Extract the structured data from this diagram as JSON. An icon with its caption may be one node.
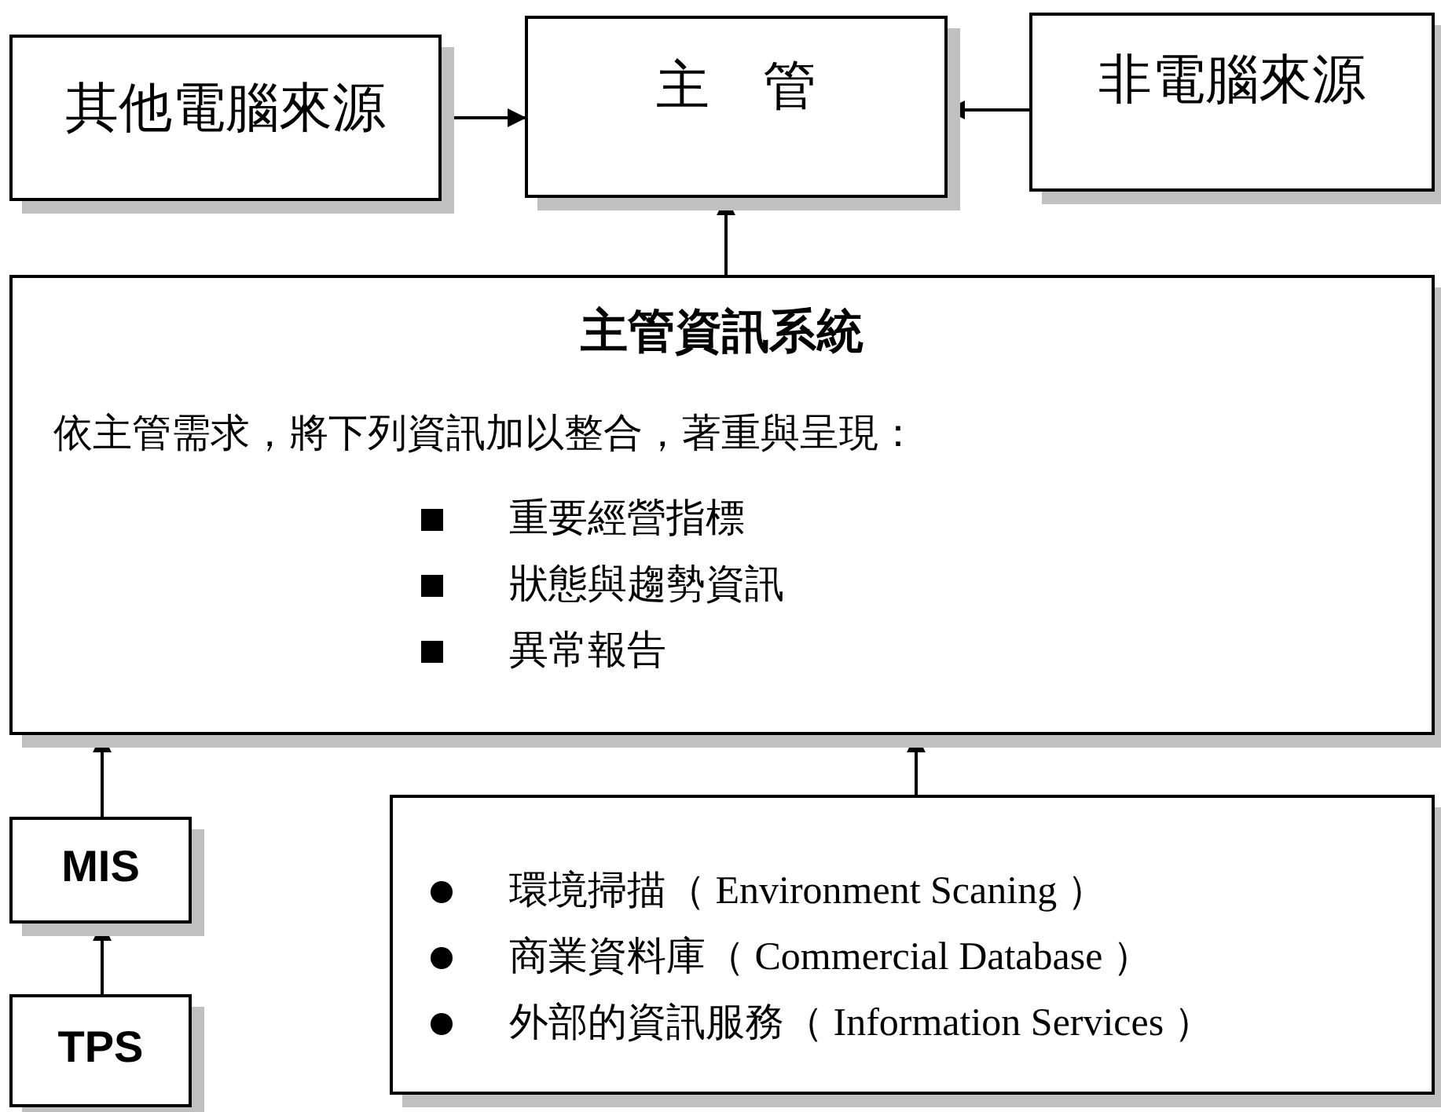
{
  "diagram": {
    "nodes": [
      {
        "text": [
          "其他電腦來源"
        ]
      },
      {
        "text": [
          "主　管"
        ]
      },
      {
        "text": [
          "非電腦來源"
        ]
      },
      {
        "text": [
          "主管資訊系統",
          "依主管需求，將下列資訊加以整合，著重與呈現：",
          "重要經營指標",
          "狀態與趨勢資訊",
          "異常報告"
        ]
      },
      {
        "text": [
          "MIS"
        ]
      },
      {
        "text": [
          "TPS"
        ]
      },
      {
        "text": [
          "環境掃描（ Environment Scaning ）",
          "商業資料庫（ Commercial Database ）",
          "外部的資訊服務（ Information Services ）"
        ]
      }
    ],
    "edges": [
      {
        "from": 0,
        "to": 1,
        "arrow": "to"
      },
      {
        "from": 2,
        "to": 1,
        "arrow": "to"
      },
      {
        "from": 3,
        "to": 1,
        "arrow": "to"
      },
      {
        "from": 4,
        "to": 3,
        "arrow": "to"
      },
      {
        "from": 5,
        "to": 4,
        "arrow": "to"
      },
      {
        "from": 6,
        "to": 3,
        "arrow": "to"
      }
    ]
  }
}
